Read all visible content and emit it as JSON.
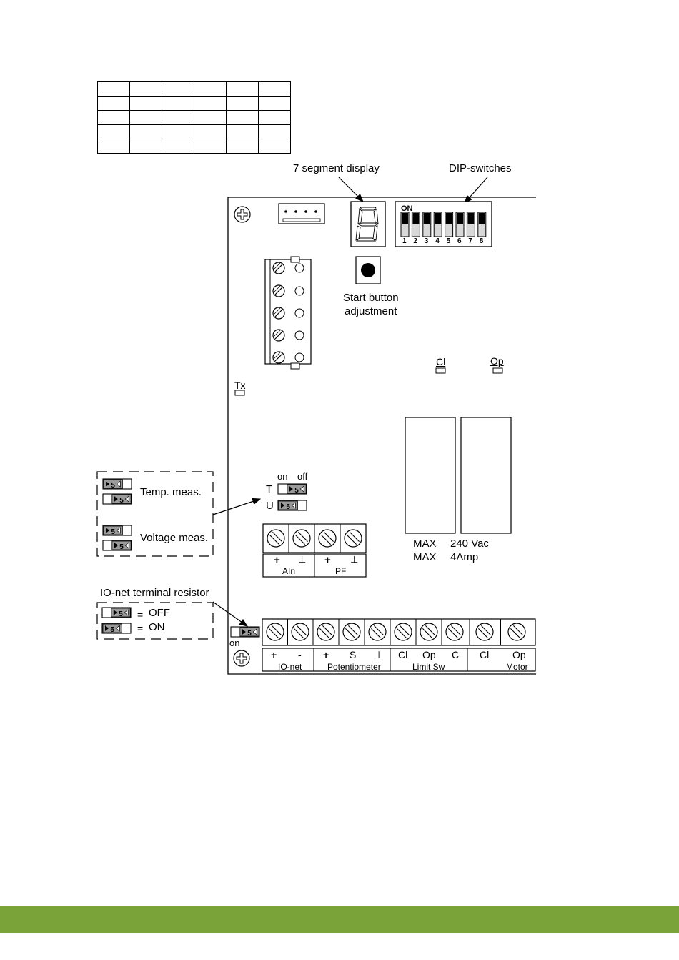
{
  "colors": {
    "footer_bar": "#7aa33a",
    "ink": "#000000",
    "paper": "#ffffff",
    "dip_off": "#d8d8d8"
  },
  "table": {
    "rows": 5,
    "cols": 6
  },
  "callouts": {
    "segment_display": "7 segment display",
    "dip_switches": "DIP-switches"
  },
  "dip": {
    "on_label": "ON",
    "numbers": [
      "1",
      "2",
      "3",
      "4",
      "5",
      "6",
      "7",
      "8"
    ]
  },
  "start_button": {
    "line1": "Start button",
    "line2": "adjustment"
  },
  "leds": {
    "cl": "Cl",
    "op": "Op",
    "tx": "Tx"
  },
  "meas_jumpers": {
    "on": "on",
    "off": "off",
    "t": "T",
    "u": "U",
    "temp_label": "Temp. meas.",
    "voltage_label": "Voltage meas."
  },
  "jumper_glyph": "5",
  "ain_pf": {
    "plus1": "+",
    "gnd1": "⊥",
    "ain": "AIn",
    "plus2": "+",
    "gnd2": "⊥",
    "pf": "PF"
  },
  "relay_ratings": {
    "max1": "MAX",
    "volt": "240 Vac",
    "max2": "MAX",
    "amp": "4Amp"
  },
  "ionet_resistor": {
    "title": "IO-net terminal resistor",
    "off": "OFF",
    "on": "ON",
    "eq": "=",
    "on_small": "on"
  },
  "bottom_terminals": {
    "symbols": [
      "+",
      "-",
      "+",
      "S",
      "⊥",
      "Cl",
      "Op",
      "C",
      "Cl",
      "Op"
    ],
    "groups": [
      "IO-net",
      "Potentiometer",
      "Limit Sw",
      "Motor"
    ]
  }
}
